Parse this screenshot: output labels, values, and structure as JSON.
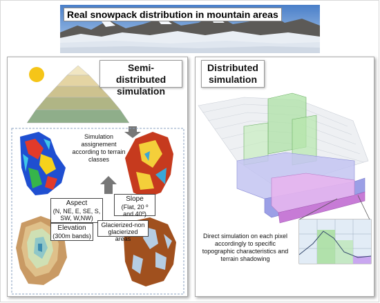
{
  "banner": {
    "title": "Real snowpack distribution in mountain areas"
  },
  "semi": {
    "title": "Semi-distributed simulation",
    "assignment": "Simulation assignement according to terrain classes",
    "aspect_title": "Aspect",
    "aspect_detail": "(N, NE, E, SE, S, SW, W,NW)",
    "slope_title": "Slope",
    "slope_detail": "(Flat, 20 º and 40º)",
    "elevation_title": "Elevation",
    "elevation_detail": "(300m bands)",
    "glacier_label": "Glacierized-non glacierized areas"
  },
  "distributed": {
    "title": "Distributed simulation",
    "caption": "Direct simulation on each pixel accordingly to specific topographic characteristics and terrain shadowing"
  },
  "colors": {
    "sun": "#f5c518",
    "pyramid": [
      "#f1e6c2",
      "#e4d4a3",
      "#cdc28f",
      "#b0b585",
      "#8fae8a"
    ],
    "arrow": "#777777",
    "glacier": "#b6cde3",
    "rock": "#a0501e"
  }
}
